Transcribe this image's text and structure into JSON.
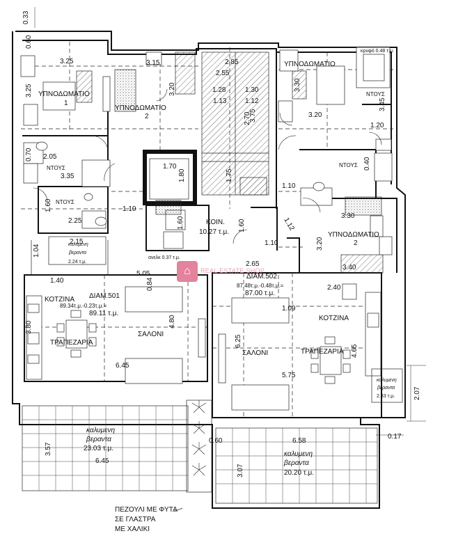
{
  "rooms": {
    "bedroom1_title": "ΥΠΝΟΔΩΜΑΤΙΟ",
    "bedroom1_num": "1",
    "bedroom2_title": "ΥΠΝΟΔΩΜΑΤΙΟ",
    "bedroom2_num": "2",
    "bedroom_r1": "ΥΠΝΟΔΩΜΑΤΙΟ",
    "bedroom_r2_title": "ΥΠΝΟΔΩΜΑΤΙΟ",
    "bedroom_r2_num": "2",
    "shower_a": "ΝΤΟΥΣ",
    "shower_b": "ΝΤΟΥΣ",
    "shower_c": "ΝΤΟΥΣ",
    "shower_d": "ΝΤΟΥΣ",
    "common_title": "ΚΟΙΝ.",
    "common_area": "10.27 τ.μ.",
    "veranda_small_l1": "καλυμενη",
    "veranda_small_l2": "βεραντα",
    "veranda_small_area": "2.24 τ.μ.",
    "apt501_title": "ΔΙΑΜ.501",
    "apt501_formula": "89.34τ.μ.-0.23τ.μ.=",
    "apt501_area": "89.11 τ.μ.",
    "kitchen_l": "ΚΟΤΖΙΝΑ",
    "dining_l": "ΤΡΑΠΕΖΑΡΙΑ",
    "living_l": "ΣΑΛΟΝΙ",
    "apt502_title": "ΔΙΑΜ.502",
    "apt502_formula": "87.48τ.μ.-0.48τ.μ.=",
    "apt502_area": "87.00 τ.μ.",
    "kitchen_r": "ΚΟΤΖΙΝΑ",
    "living_r": "ΣΑΛΟΝΙ",
    "dining_r": "ΤΡΑΠΕΖΑΡΙΑ",
    "veranda_right_small_l1": "καλυμενη",
    "veranda_right_small_l2": "βεραντα",
    "veranda_right_small_area": "2.33 τ.μ.",
    "veranda_left_l1": "καλυμενη",
    "veranda_left_l2": "βεραντα",
    "veranda_left_area": "23.03 τ.μ.",
    "veranda_right_l1": "καλυμενη",
    "veranda_right_l2": "βεραντα",
    "veranda_right_area": "20.20 τ.μ.",
    "elevator_label": "ανελκ 0.37 τ.μ.",
    "pump_label": "κρυφό 0.48 τ.μ."
  },
  "dims": {
    "d033": "0.33",
    "d060": "0.60",
    "d325": "3.25",
    "d315": "3.15",
    "d285": "2.85",
    "d255": "2.55",
    "d128a": "1.28",
    "d130": "1.30",
    "d113": "1.13",
    "d112": "1.12",
    "d325v": "3.25",
    "d320v": "3.20",
    "d330v": "3.30",
    "d320h": "3.20",
    "d345v": "3.45",
    "d120": "1.20",
    "d205": "2.05",
    "d070": "0.70",
    "d335": "3.35",
    "d170": "1.70",
    "d180": "1.80",
    "d175": "1.75",
    "d110a": "1.10",
    "d270": "2.70",
    "d040": "0.40",
    "d1601": "1.60",
    "d160v": "1.60",
    "d225": "2.25",
    "d110b": "1.10",
    "d1602": "1.60",
    "d104": "1.04",
    "d215": "2.15",
    "d110c": "1.10",
    "d112d": "1.12",
    "d330r": "3.30",
    "d320r": "3.20",
    "d340": "3.40",
    "d265": "2.65",
    "d505": "5.05",
    "d140": "1.40",
    "d084": "0.84",
    "d480": "4.80",
    "d380": "3.80",
    "d645": "6.45",
    "d240": "2.40",
    "d109": "1.09",
    "d625": "6.25",
    "d575": "5.75",
    "d465": "4.65",
    "d207": "2.07",
    "d357": "3.57",
    "d645b": "6.45",
    "d060b": "0.60",
    "d658": "6.58",
    "d307": "3.07",
    "d017": "0.17",
    "d375": "3.75"
  },
  "notes": {
    "line1": "ΠΕΖΟΥΛΙ ΜΕ ΦΥΤΑ",
    "line2": "ΣΕ ΓΛΑΣΤΡΑ",
    "line3": "ΜΕ ΧΑΛΙΚΙ"
  },
  "watermark": {
    "icon": "house-icon",
    "text": "REAL ESTATE SHOP",
    "color": "#e4839c"
  }
}
